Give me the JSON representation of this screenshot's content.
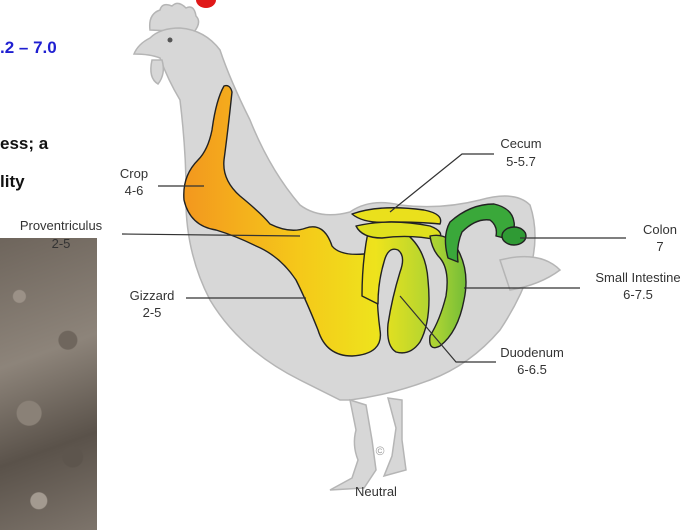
{
  "slide": {
    "blue_heading": ".2 – 7.0",
    "side_text_line1": "ess; a",
    "side_text_line2": "lity",
    "bottom_label": "Neutral",
    "copyright": "©"
  },
  "organs": [
    {
      "name": "Crop",
      "ph": "4-6"
    },
    {
      "name": "Proventriculus",
      "ph": "2-5"
    },
    {
      "name": "Gizzard",
      "ph": "2-5"
    },
    {
      "name": "Cecum",
      "ph": "5-5.7"
    },
    {
      "name": "Colon",
      "ph": "7"
    },
    {
      "name": "Small Intestine",
      "ph": "6-7.5"
    },
    {
      "name": "Duodenum",
      "ph": "6-6.5"
    }
  ],
  "colors": {
    "heading_blue": "#1f1fd1",
    "acid_orange": "#f39a1e",
    "mid_yellow": "#f2e21a",
    "neutral_green": "#3aa83a"
  }
}
